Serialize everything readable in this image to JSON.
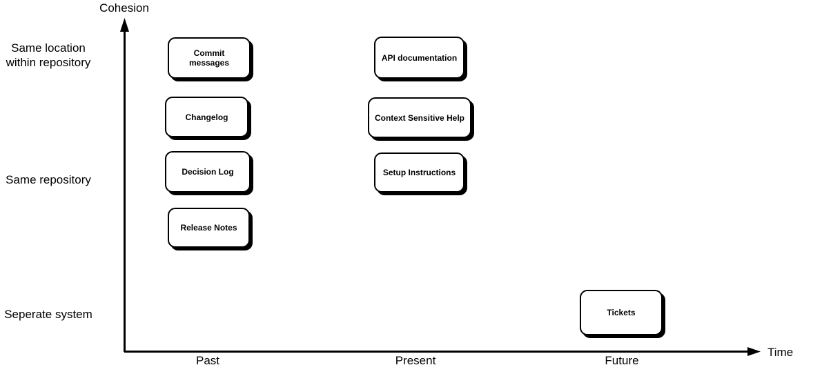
{
  "diagram": {
    "y_axis": {
      "label": "Cohesion"
    },
    "x_axis": {
      "label": "Time"
    },
    "y_categories": [
      {
        "label": "Same location\nwithin repository"
      },
      {
        "label": "Same repository"
      },
      {
        "label": "Seperate system"
      }
    ],
    "x_categories": [
      {
        "label": "Past"
      },
      {
        "label": "Present"
      },
      {
        "label": "Future"
      }
    ],
    "nodes": [
      {
        "label": "Commit messages",
        "column": "Past"
      },
      {
        "label": "Changelog",
        "column": "Past"
      },
      {
        "label": "Decision Log",
        "column": "Past"
      },
      {
        "label": "Release Notes",
        "column": "Past"
      },
      {
        "label": "API documentation",
        "column": "Present"
      },
      {
        "label": "Context Sensitive Help",
        "column": "Present"
      },
      {
        "label": "Setup Instructions",
        "column": "Present"
      },
      {
        "label": "Tickets",
        "column": "Future"
      }
    ],
    "colors": {
      "background": "#ffffff",
      "axis_line": "#000000",
      "node_fill": "#ffffff",
      "node_border": "#000000",
      "node_shadow": "#000000",
      "text": "#000000"
    }
  }
}
